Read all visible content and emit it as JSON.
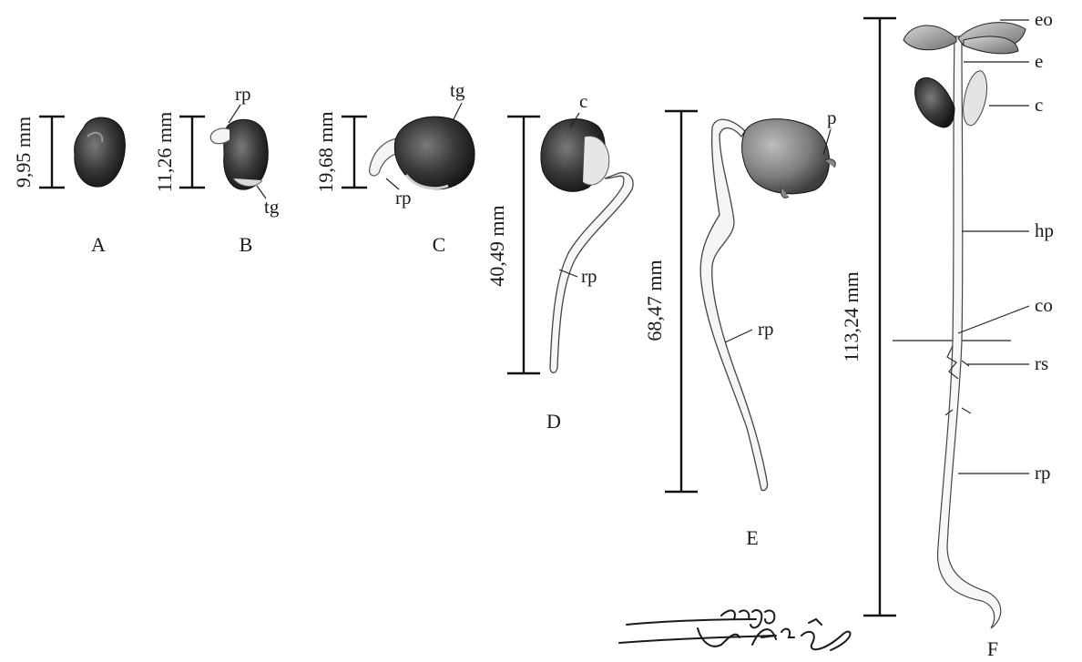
{
  "stages": {
    "A": {
      "letter": "A",
      "measure": "9,95 mm"
    },
    "B": {
      "letter": "B",
      "measure": "11,26 mm",
      "labels": {
        "rp": "rp",
        "tg": "tg"
      }
    },
    "C": {
      "letter": "C",
      "measure": "19,68 mm",
      "labels": {
        "tg": "tg",
        "rp": "rp"
      }
    },
    "D": {
      "letter": "D",
      "measure": "40,49 mm",
      "labels": {
        "c": "c",
        "rp": "rp"
      }
    },
    "E": {
      "letter": "E",
      "measure": "68,47 mm",
      "labels": {
        "p": "p",
        "rp": "rp"
      }
    },
    "F": {
      "letter": "F",
      "measure": "113,24 mm",
      "labels": {
        "eo": "eo",
        "e": "e",
        "c": "c",
        "hp": "hp",
        "co": "co",
        "rs": "rs",
        "rp": "rp"
      }
    }
  },
  "signature_text": "Ingo Araê",
  "colors": {
    "ink": "#1a1a1a",
    "seed_dark": "#2b2b2b",
    "seed_mid": "#6a6a6a",
    "seed_light": "#bdbdbd",
    "paper": "#ffffff"
  }
}
